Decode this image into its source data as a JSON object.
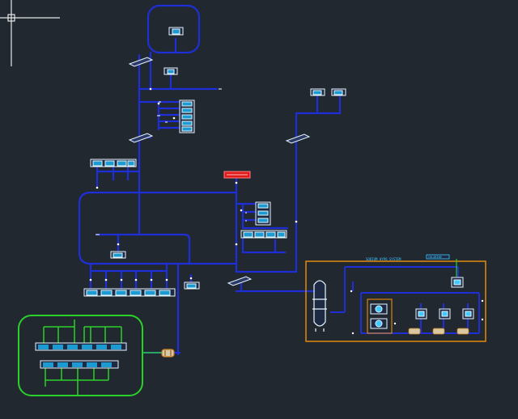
{
  "app": {
    "type": "cad-drawing-viewport",
    "background_color": "#212830"
  },
  "colors": {
    "pipe": "#1f2fd8",
    "pipe_light": "#3a4cf0",
    "block_outline": "#e6f6ff",
    "block_fill": "#1b9bd1",
    "block_fill_light": "#40c8ff",
    "alert_block": "#e01b1b",
    "green_region": "#2bd12b",
    "orange_region": "#d9840f",
    "crosshair": "#e8e8e8",
    "fitting_fill": "#d9c9a3"
  },
  "annotations": {
    "equipment_label": "SODIUM HYPO SYSTEM",
    "small_tag": "CHLORINE"
  },
  "icons": {
    "cursor": "crosshair-icon",
    "tank": "vertical-tank-icon",
    "pump": "pump-icon",
    "valve": "valve-icon"
  }
}
